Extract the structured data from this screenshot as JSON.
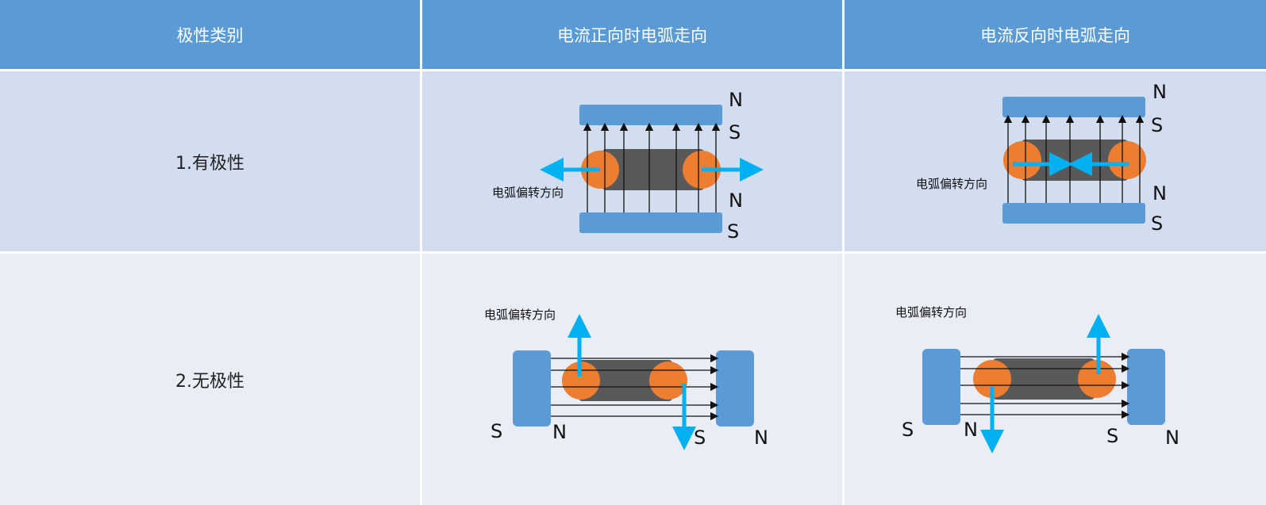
{
  "header": {
    "col1": "极性类别",
    "col2": "电流正向时电弧走向",
    "col3": "电流反向时电弧走向"
  },
  "rows": [
    {
      "label": "1.有极性"
    },
    {
      "label": "2.无极性"
    }
  ],
  "diagram": {
    "deflection_label": "电弧偏转方向",
    "pole_n": "N",
    "pole_s": "S"
  },
  "colors": {
    "header_bg": "#5b9bd5",
    "row1_bg": "#d2deef",
    "row2_bg": "#e9edf6",
    "magnet": "#5b9bd5",
    "arc_body": "#595959",
    "arc_spot": "#ed7d31",
    "deflection_arrow": "#00b0f0"
  }
}
